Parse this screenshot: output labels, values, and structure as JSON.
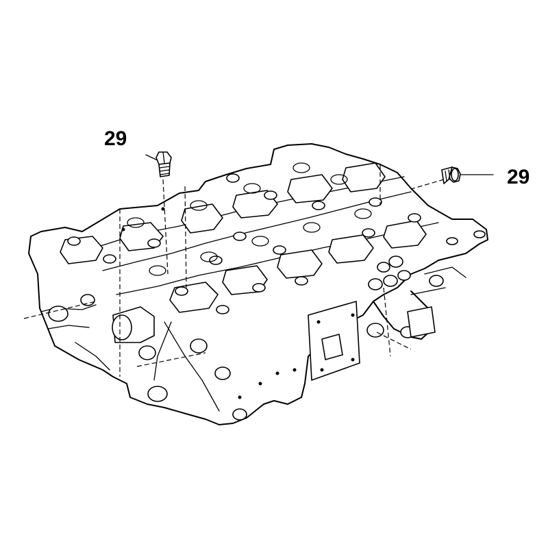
{
  "callouts": [
    {
      "label": "29",
      "part": "plug-top-left"
    },
    {
      "label": "29",
      "part": "plug-right"
    }
  ],
  "colors": {
    "line": "#000000",
    "background": "#ffffff"
  }
}
